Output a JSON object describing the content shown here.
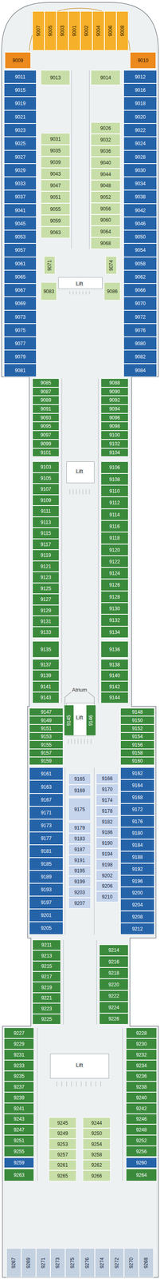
{
  "diagram": {
    "nodes": [
      {
        "text": [
          "9007"
        ]
      },
      {
        "text": [
          "9005"
        ]
      },
      {
        "text": [
          "9003"
        ]
      },
      {
        "text": [
          "9001"
        ]
      },
      {
        "text": [
          "9002"
        ]
      },
      {
        "text": [
          "9004"
        ]
      },
      {
        "text": [
          "9006"
        ]
      },
      {
        "text": [
          "9008"
        ]
      },
      {
        "text": [
          "9009"
        ]
      },
      {
        "text": [
          "9010"
        ]
      },
      {
        "text": [
          "9011"
        ]
      },
      {
        "text": [
          "9015"
        ]
      },
      {
        "text": [
          "9019"
        ]
      },
      {
        "text": [
          "9021"
        ]
      },
      {
        "text": [
          "9023"
        ]
      },
      {
        "text": [
          "9025"
        ]
      },
      {
        "text": [
          "9027"
        ]
      },
      {
        "text": [
          "9029"
        ]
      },
      {
        "text": [
          "9033"
        ]
      },
      {
        "text": [
          "9037"
        ]
      },
      {
        "text": [
          "9041"
        ]
      },
      {
        "text": [
          "9045"
        ]
      },
      {
        "text": [
          "9053"
        ]
      },
      {
        "text": [
          "9057"
        ]
      },
      {
        "text": [
          "9061"
        ]
      },
      {
        "text": [
          "9065"
        ]
      },
      {
        "text": [
          "9067"
        ]
      },
      {
        "text": [
          "9069"
        ]
      },
      {
        "text": [
          "9073"
        ]
      },
      {
        "text": [
          "9075"
        ]
      },
      {
        "text": [
          "9077"
        ]
      },
      {
        "text": [
          "9079"
        ]
      },
      {
        "text": [
          "9081"
        ]
      },
      {
        "text": [
          "9012"
        ]
      },
      {
        "text": [
          "9016"
        ]
      },
      {
        "text": [
          "9018"
        ]
      },
      {
        "text": [
          "9020"
        ]
      },
      {
        "text": [
          "9022"
        ]
      },
      {
        "text": [
          "9024"
        ]
      },
      {
        "text": [
          "9028"
        ]
      },
      {
        "text": [
          "9030"
        ]
      },
      {
        "text": [
          "9034"
        ]
      },
      {
        "text": [
          "9038"
        ]
      },
      {
        "text": [
          "9042"
        ]
      },
      {
        "text": [
          "9046"
        ]
      },
      {
        "text": [
          "9050"
        ]
      },
      {
        "text": [
          "9054"
        ]
      },
      {
        "text": [
          "9058"
        ]
      },
      {
        "text": [
          "9062"
        ]
      },
      {
        "text": [
          "9066"
        ]
      },
      {
        "text": [
          "9070"
        ]
      },
      {
        "text": [
          "9072"
        ]
      },
      {
        "text": [
          "9076"
        ]
      },
      {
        "text": [
          "9080"
        ]
      },
      {
        "text": [
          "9082"
        ]
      },
      {
        "text": [
          "9084"
        ]
      },
      {
        "text": [
          "9013"
        ]
      },
      {
        "text": [
          "9031"
        ]
      },
      {
        "text": [
          "9035"
        ]
      },
      {
        "text": [
          "9039"
        ]
      },
      {
        "text": [
          "9043"
        ]
      },
      {
        "text": [
          "9047"
        ]
      },
      {
        "text": [
          "9051"
        ]
      },
      {
        "text": [
          "9055"
        ]
      },
      {
        "text": [
          "9059"
        ]
      },
      {
        "text": [
          "9063"
        ]
      },
      {
        "text": [
          "9014"
        ]
      },
      {
        "text": [
          "9026"
        ]
      },
      {
        "text": [
          "9032"
        ]
      },
      {
        "text": [
          "9036"
        ]
      },
      {
        "text": [
          "9040"
        ]
      },
      {
        "text": [
          "9044"
        ]
      },
      {
        "text": [
          "9048"
        ]
      },
      {
        "text": [
          "9052"
        ]
      },
      {
        "text": [
          "9056"
        ]
      },
      {
        "text": [
          "9060"
        ]
      },
      {
        "text": [
          "9064"
        ]
      },
      {
        "text": [
          "9068"
        ]
      },
      {
        "text": [
          "9071"
        ]
      },
      {
        "text": [
          "9074"
        ]
      },
      {
        "text": [
          "9083"
        ]
      },
      {
        "text": [
          "9086"
        ]
      },
      {
        "text": [
          "9085"
        ]
      },
      {
        "text": [
          "9087"
        ]
      },
      {
        "text": [
          "9089"
        ]
      },
      {
        "text": [
          "9091"
        ]
      },
      {
        "text": [
          "9093"
        ]
      },
      {
        "text": [
          "9095"
        ]
      },
      {
        "text": [
          "9097"
        ]
      },
      {
        "text": [
          "9099"
        ]
      },
      {
        "text": [
          "9101"
        ]
      },
      {
        "text": [
          "9103"
        ]
      },
      {
        "text": [
          "9105"
        ]
      },
      {
        "text": [
          "9107"
        ]
      },
      {
        "text": [
          "9109"
        ]
      },
      {
        "text": [
          "9111"
        ]
      },
      {
        "text": [
          "9113"
        ]
      },
      {
        "text": [
          "9115"
        ]
      },
      {
        "text": [
          "9117"
        ]
      },
      {
        "text": [
          "9119"
        ]
      },
      {
        "text": [
          "9121"
        ]
      },
      {
        "text": [
          "9123"
        ]
      },
      {
        "text": [
          "9125"
        ]
      },
      {
        "text": [
          "9127"
        ]
      },
      {
        "text": [
          "9129"
        ]
      },
      {
        "text": [
          "9131"
        ]
      },
      {
        "text": [
          "9133"
        ]
      },
      {
        "text": [
          "9135"
        ]
      },
      {
        "text": [
          "9137"
        ]
      },
      {
        "text": [
          "9139"
        ]
      },
      {
        "text": [
          "9141"
        ]
      },
      {
        "text": [
          "9143"
        ]
      },
      {
        "text": [
          "9088"
        ]
      },
      {
        "text": [
          "9090"
        ]
      },
      {
        "text": [
          "9092"
        ]
      },
      {
        "text": [
          "9094"
        ]
      },
      {
        "text": [
          "9096"
        ]
      },
      {
        "text": [
          "9098"
        ]
      },
      {
        "text": [
          "9100"
        ]
      },
      {
        "text": [
          "9102"
        ]
      },
      {
        "text": [
          "9104"
        ]
      },
      {
        "text": [
          "9106"
        ]
      },
      {
        "text": [
          "9108"
        ]
      },
      {
        "text": [
          "9110"
        ]
      },
      {
        "text": [
          "9112"
        ]
      },
      {
        "text": [
          "9114"
        ]
      },
      {
        "text": [
          "9116"
        ]
      },
      {
        "text": [
          "9118"
        ]
      },
      {
        "text": [
          "9120"
        ]
      },
      {
        "text": [
          "9122"
        ]
      },
      {
        "text": [
          "9124"
        ]
      },
      {
        "text": [
          "9126"
        ]
      },
      {
        "text": [
          "9128"
        ]
      },
      {
        "text": [
          "9130"
        ]
      },
      {
        "text": [
          "9132"
        ]
      },
      {
        "text": [
          "9134"
        ]
      },
      {
        "text": [
          "9136"
        ]
      },
      {
        "text": [
          "9138"
        ]
      },
      {
        "text": [
          "9140"
        ]
      },
      {
        "text": [
          "9142"
        ]
      },
      {
        "text": [
          "9144"
        ]
      },
      {
        "text": [
          "9145"
        ]
      },
      {
        "text": [
          "9146"
        ]
      },
      {
        "text": [
          "9147"
        ]
      },
      {
        "text": [
          "9149"
        ]
      },
      {
        "text": [
          "9151"
        ]
      },
      {
        "text": [
          "9153"
        ]
      },
      {
        "text": [
          "9155"
        ]
      },
      {
        "text": [
          "9157"
        ]
      },
      {
        "text": [
          "9159"
        ]
      },
      {
        "text": [
          "9161"
        ]
      },
      {
        "text": [
          "9163"
        ]
      },
      {
        "text": [
          "9167"
        ]
      },
      {
        "text": [
          "9171"
        ]
      },
      {
        "text": [
          "9173"
        ]
      },
      {
        "text": [
          "9177"
        ]
      },
      {
        "text": [
          "9181"
        ]
      },
      {
        "text": [
          "9185"
        ]
      },
      {
        "text": [
          "9189"
        ]
      },
      {
        "text": [
          "9193"
        ]
      },
      {
        "text": [
          "9197"
        ]
      },
      {
        "text": [
          "9201"
        ]
      },
      {
        "text": [
          "9205"
        ]
      },
      {
        "text": [
          "9165"
        ]
      },
      {
        "text": [
          "9169"
        ]
      },
      {
        "text": [
          "9175"
        ]
      },
      {
        "text": [
          "9179"
        ]
      },
      {
        "text": [
          "9183"
        ]
      },
      {
        "text": [
          "9187"
        ]
      },
      {
        "text": [
          "9191"
        ]
      },
      {
        "text": [
          "9195"
        ]
      },
      {
        "text": [
          "9199"
        ]
      },
      {
        "text": [
          "9203"
        ]
      },
      {
        "text": [
          "9207"
        ]
      },
      {
        "text": [
          "9166"
        ]
      },
      {
        "text": [
          "9170"
        ]
      },
      {
        "text": [
          "9174"
        ]
      },
      {
        "text": [
          "9178"
        ]
      },
      {
        "text": [
          "9182"
        ]
      },
      {
        "text": [
          "9186"
        ]
      },
      {
        "text": [
          "9190"
        ]
      },
      {
        "text": [
          "9194"
        ]
      },
      {
        "text": [
          "9198"
        ]
      },
      {
        "text": [
          "9202"
        ]
      },
      {
        "text": [
          "9206"
        ]
      },
      {
        "text": [
          "9210"
        ]
      },
      {
        "text": [
          "9148"
        ]
      },
      {
        "text": [
          "9150"
        ]
      },
      {
        "text": [
          "9152"
        ]
      },
      {
        "text": [
          "9154"
        ]
      },
      {
        "text": [
          "9156"
        ]
      },
      {
        "text": [
          "9158"
        ]
      },
      {
        "text": [
          "9160"
        ]
      },
      {
        "text": [
          "9162"
        ]
      },
      {
        "text": [
          "9164"
        ]
      },
      {
        "text": [
          "9168"
        ]
      },
      {
        "text": [
          "9172"
        ]
      },
      {
        "text": [
          "9176"
        ]
      },
      {
        "text": [
          "9180"
        ]
      },
      {
        "text": [
          "9184"
        ]
      },
      {
        "text": [
          "9188"
        ]
      },
      {
        "text": [
          "9192"
        ]
      },
      {
        "text": [
          "9196"
        ]
      },
      {
        "text": [
          "9200"
        ]
      },
      {
        "text": [
          "9204"
        ]
      },
      {
        "text": [
          "9208"
        ]
      },
      {
        "text": [
          "9212"
        ]
      },
      {
        "text": [
          "9211"
        ]
      },
      {
        "text": [
          "9213"
        ]
      },
      {
        "text": [
          "9215"
        ]
      },
      {
        "text": [
          "9217"
        ]
      },
      {
        "text": [
          "9219"
        ]
      },
      {
        "text": [
          "9221"
        ]
      },
      {
        "text": [
          "9223"
        ]
      },
      {
        "text": [
          "9225"
        ]
      },
      {
        "text": [
          "9214"
        ]
      },
      {
        "text": [
          "9216"
        ]
      },
      {
        "text": [
          "9218"
        ]
      },
      {
        "text": [
          "9220"
        ]
      },
      {
        "text": [
          "9222"
        ]
      },
      {
        "text": [
          "9224"
        ]
      },
      {
        "text": [
          "9226"
        ]
      },
      {
        "text": [
          "9227"
        ]
      },
      {
        "text": [
          "9229"
        ]
      },
      {
        "text": [
          "9231"
        ]
      },
      {
        "text": [
          "9233"
        ]
      },
      {
        "text": [
          "9235"
        ]
      },
      {
        "text": [
          "9237"
        ]
      },
      {
        "text": [
          "9239"
        ]
      },
      {
        "text": [
          "9241"
        ]
      },
      {
        "text": [
          "9243"
        ]
      },
      {
        "text": [
          "9247"
        ]
      },
      {
        "text": [
          "9251"
        ]
      },
      {
        "text": [
          "9255"
        ]
      },
      {
        "text": [
          "9259"
        ]
      },
      {
        "text": [
          "9263"
        ]
      },
      {
        "text": [
          "9245"
        ]
      },
      {
        "text": [
          "9249"
        ]
      },
      {
        "text": [
          "9253"
        ]
      },
      {
        "text": [
          "9257"
        ]
      },
      {
        "text": [
          "9261"
        ]
      },
      {
        "text": [
          "9265"
        ]
      },
      {
        "text": [
          "9228"
        ]
      },
      {
        "text": [
          "9230"
        ]
      },
      {
        "text": [
          "9232"
        ]
      },
      {
        "text": [
          "9234"
        ]
      },
      {
        "text": [
          "9236"
        ]
      },
      {
        "text": [
          "9238"
        ]
      },
      {
        "text": [
          "9240"
        ]
      },
      {
        "text": [
          "9242"
        ]
      },
      {
        "text": [
          "9246"
        ]
      },
      {
        "text": [
          "9248"
        ]
      },
      {
        "text": [
          "9252"
        ]
      },
      {
        "text": [
          "9256"
        ]
      },
      {
        "text": [
          "9260"
        ]
      },
      {
        "text": [
          "9264"
        ]
      },
      {
        "text": [
          "9244"
        ]
      },
      {
        "text": [
          "9250"
        ]
      },
      {
        "text": [
          "9254"
        ]
      },
      {
        "text": [
          "9258"
        ]
      },
      {
        "text": [
          "9262"
        ]
      },
      {
        "text": [
          "9266"
        ]
      },
      {
        "text": [
          "9267"
        ]
      },
      {
        "text": [
          "9269"
        ]
      },
      {
        "text": [
          "9271"
        ]
      },
      {
        "text": [
          "9273"
        ]
      },
      {
        "text": [
          "9275"
        ]
      },
      {
        "text": [
          "9276"
        ]
      },
      {
        "text": [
          "9274"
        ]
      },
      {
        "text": [
          "9272"
        ]
      },
      {
        "text": [
          "9270"
        ]
      },
      {
        "text": [
          "9268"
        ]
      }
    ],
    "labels": [
      "Lift",
      "Lift",
      "Atrium",
      "Lift",
      "Lift"
    ]
  }
}
